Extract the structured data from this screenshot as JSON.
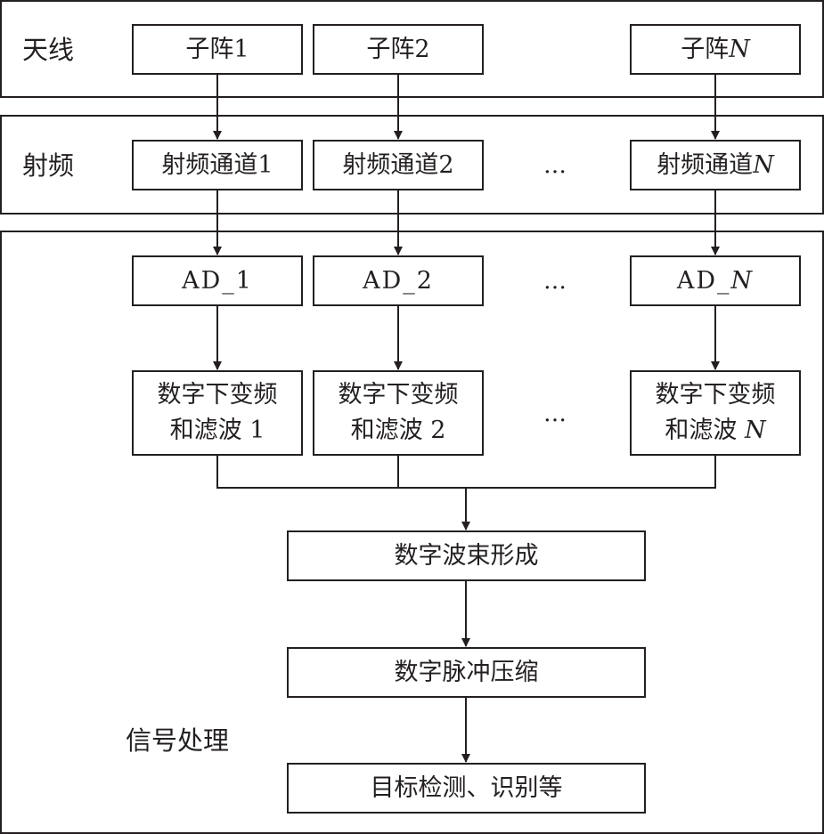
{
  "sections": {
    "antenna": "天线",
    "rf": "射频",
    "processing": "信号处理"
  },
  "ellipsis": "…",
  "antenna_boxes": [
    {
      "text": "子阵 ",
      "index": "1",
      "italic": false
    },
    {
      "text": "子阵 ",
      "index": "2",
      "italic": false
    },
    {
      "text": "子阵 ",
      "index": "N",
      "italic": true
    }
  ],
  "rf_boxes": [
    {
      "text": "射频通道 ",
      "index": "1",
      "italic": false
    },
    {
      "text": "射频通道 ",
      "index": "2",
      "italic": false
    },
    {
      "text": "射频通道 ",
      "index": "N",
      "italic": true
    }
  ],
  "ad_boxes": [
    {
      "text": "AD_",
      "index": "1",
      "italic": false
    },
    {
      "text": "AD_",
      "index": "2",
      "italic": false
    },
    {
      "text": "AD_",
      "index": "N",
      "italic": true
    }
  ],
  "ddc_boxes": [
    {
      "line1": "数字下变频",
      "line2": "和滤波 ",
      "index": "1",
      "italic": false
    },
    {
      "line1": "数字下变频",
      "line2": "和滤波 ",
      "index": "2",
      "italic": false
    },
    {
      "line1": "数字下变频",
      "line2": "和滤波 ",
      "index": "N",
      "italic": true
    }
  ],
  "beamforming": "数字波束形成",
  "pulse_compression": "数字脉冲压缩",
  "detection": "目标检测、识别等"
}
